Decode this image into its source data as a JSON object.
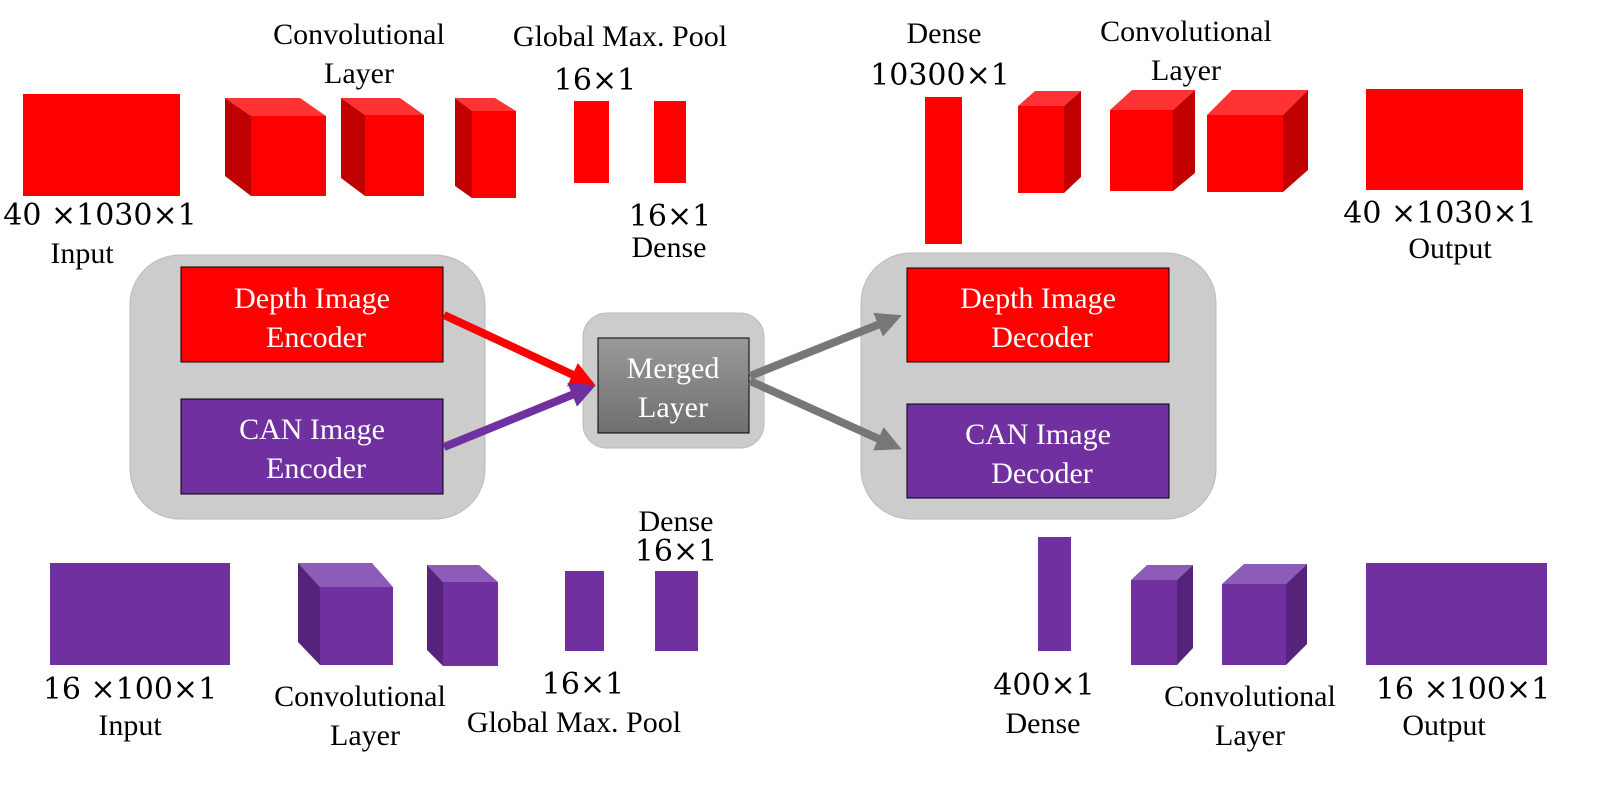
{
  "colors": {
    "depth": "#ff0000",
    "can": "#7030a0",
    "merged": "#808080",
    "panel": "#cccccc",
    "arrow_gray": "#777777"
  },
  "labels": {
    "top_conv": [
      "Convolutional",
      "Layer"
    ],
    "top_gmp": "Global Max. Pool",
    "top_gmp_dim": "16×1",
    "top_dense_dim": "16×1",
    "top_dense": "Dense",
    "top_input_dim": "40 ×1030×1",
    "top_input": "Input",
    "top_dec_dense": "Dense",
    "top_dec_dense_dim": "10300×1",
    "top_dec_conv": [
      "Convolutional",
      "Layer"
    ],
    "top_output_dim": "40 ×1030×1",
    "top_output": "Output",
    "bot_dense": "Dense",
    "bot_dense_dim": "16×1",
    "bot_input_dim": "16 ×100×1",
    "bot_input": "Input",
    "bot_conv": [
      "Convolutional",
      "Layer"
    ],
    "bot_gmp_dim": "16×1",
    "bot_gmp": "Global Max. Pool",
    "bot_dec_dense_dim": "400×1",
    "bot_dec_dense": "Dense",
    "bot_dec_conv": [
      "Convolutional",
      "Layer"
    ],
    "bot_output_dim": "16 ×100×1",
    "bot_output": "Output"
  },
  "blocks": {
    "depth_encoder": [
      "Depth Image",
      "Encoder"
    ],
    "can_encoder": [
      "CAN Image",
      "Encoder"
    ],
    "merged": [
      "Merged",
      "Layer"
    ],
    "depth_decoder": [
      "Depth Image",
      "Decoder"
    ],
    "can_decoder": [
      "CAN Image",
      "Decoder"
    ]
  }
}
